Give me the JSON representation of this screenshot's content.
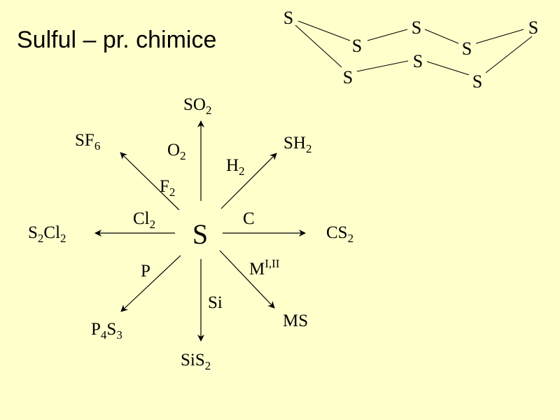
{
  "title": "Sulful – pr. chimice",
  "ring": {
    "atom": "S",
    "atoms": [
      "S",
      "S",
      "S",
      "S",
      "S",
      "S",
      "S",
      "S"
    ]
  },
  "center": "S",
  "reactions": [
    {
      "id": "o2",
      "reagent": {
        "base": "O",
        "sub": "2"
      },
      "product": [
        {
          "base": "SO",
          "sub": "2"
        }
      ]
    },
    {
      "id": "h2",
      "reagent": {
        "base": "H",
        "sub": "2"
      },
      "product": [
        {
          "base": "SH",
          "sub": "2"
        }
      ]
    },
    {
      "id": "c",
      "reagent": {
        "base": "C",
        "sub": ""
      },
      "product": [
        {
          "base": "CS",
          "sub": "2"
        }
      ]
    },
    {
      "id": "m",
      "reagent": {
        "base": "M",
        "sup": "I,II"
      },
      "product": [
        {
          "base": "MS",
          "sub": ""
        }
      ]
    },
    {
      "id": "si",
      "reagent": {
        "base": "Si",
        "sub": ""
      },
      "product": [
        {
          "base": "SiS",
          "sub": "2"
        }
      ]
    },
    {
      "id": "p",
      "reagent": {
        "base": "P",
        "sub": ""
      },
      "product": [
        {
          "base": "P",
          "sub": "4"
        },
        {
          "base": "S",
          "sub": "3"
        }
      ]
    },
    {
      "id": "cl2",
      "reagent": {
        "base": "Cl",
        "sub": "2"
      },
      "product": [
        {
          "base": "S",
          "sub": "2"
        },
        {
          "base": "Cl",
          "sub": "2"
        }
      ]
    },
    {
      "id": "f2",
      "reagent": {
        "base": "F",
        "sub": "2"
      },
      "product": [
        {
          "base": "SF",
          "sub": "6"
        }
      ]
    }
  ],
  "colors": {
    "background": "#ffffcc",
    "ink": "#000000"
  }
}
